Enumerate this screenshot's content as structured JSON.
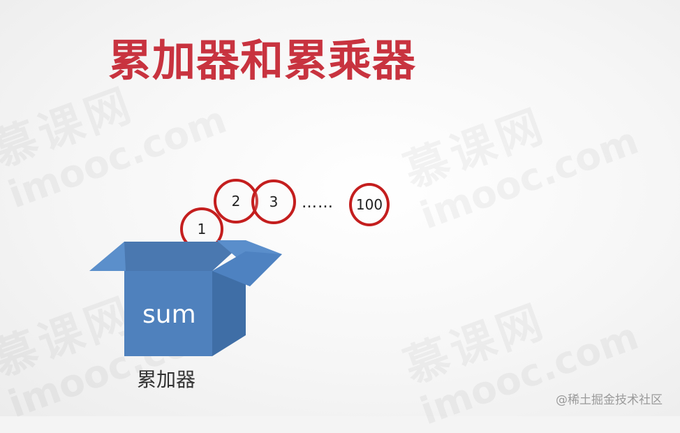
{
  "slide": {
    "title": "累加器和累乘器",
    "circles": [
      {
        "label": "1"
      },
      {
        "label": "2"
      },
      {
        "label": "3"
      },
      {
        "label": "100"
      }
    ],
    "ellipsis": "……",
    "box_label": "sum",
    "caption": "累加器"
  },
  "watermark": {
    "brand": "慕课网",
    "domain": "imooc.com",
    "source": "@稀土掘金技术社区"
  },
  "colors": {
    "title": "#c8333f",
    "circle_border": "#c41e1e",
    "box_front": "#4f81bd",
    "box_side": "#3f6ea6",
    "box_flap": "#5b8fcb"
  }
}
